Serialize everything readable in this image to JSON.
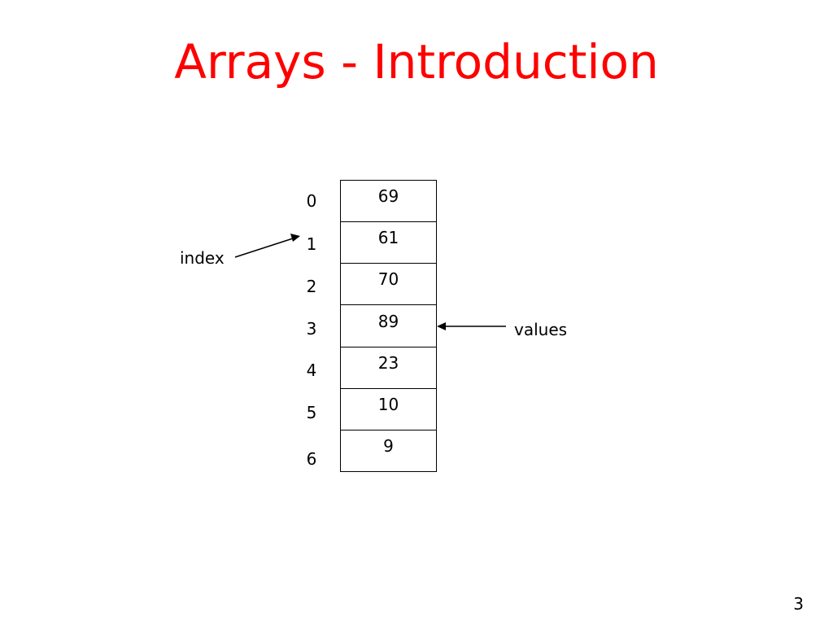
{
  "slide": {
    "title": "Arrays - Introduction",
    "page_number": "3"
  },
  "diagram": {
    "index_label": "index",
    "values_label": "values",
    "indices": [
      "0",
      "1",
      "2",
      "3",
      "4",
      "5",
      "6"
    ],
    "values": [
      "69",
      "61",
      "70",
      "89",
      "23",
      "10",
      "9"
    ]
  },
  "colors": {
    "title": "#ff0000",
    "text": "#000000",
    "background": "#ffffff"
  }
}
